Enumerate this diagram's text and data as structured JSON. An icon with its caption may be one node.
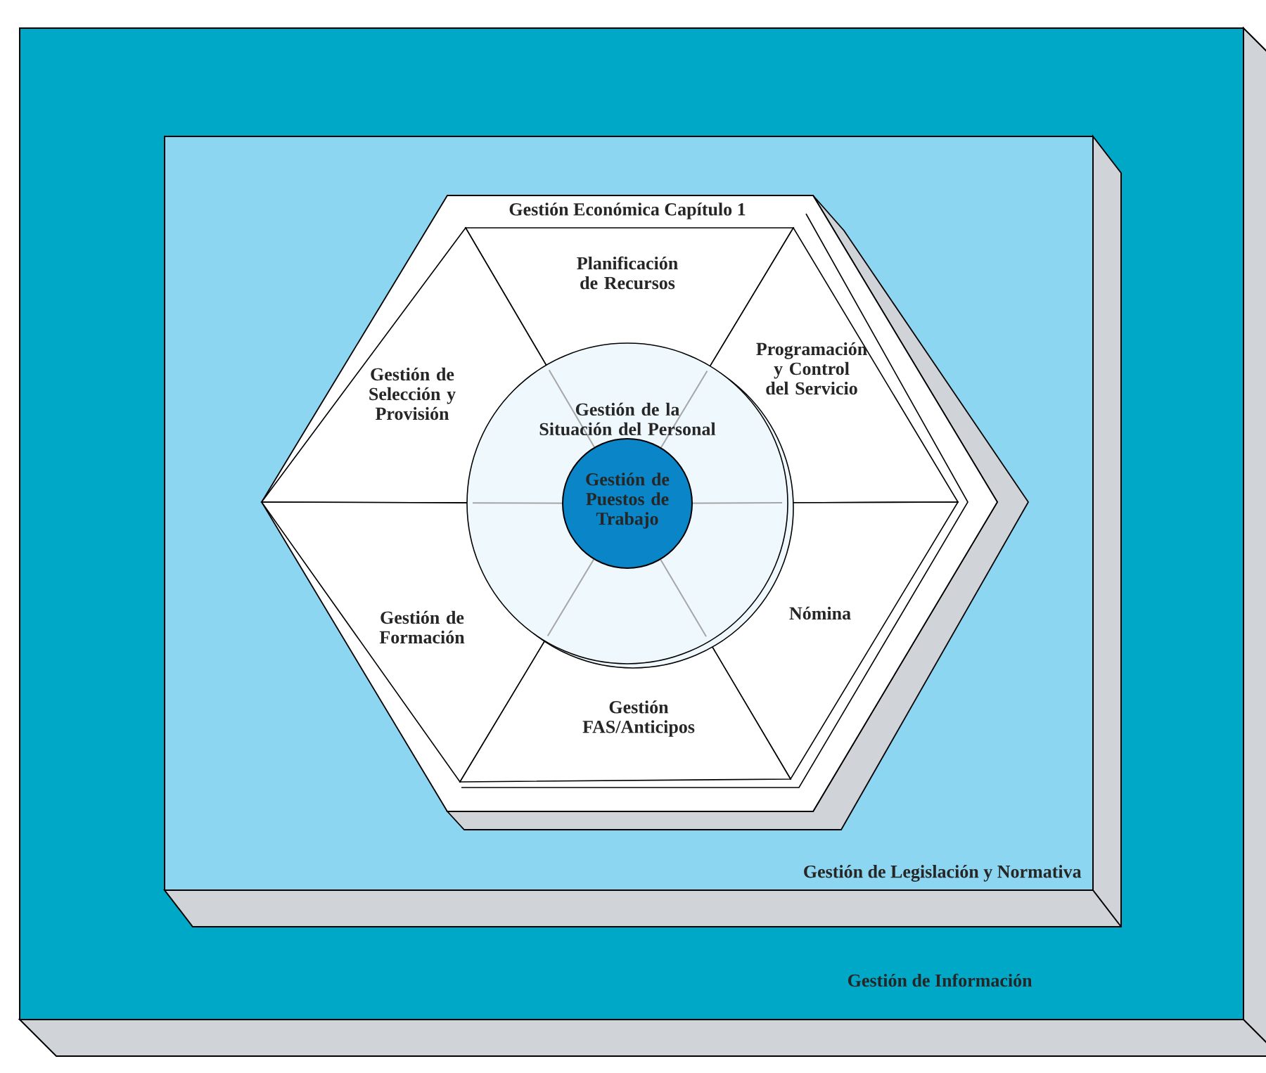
{
  "diagram": {
    "nodes": [
      {
        "text": [
          "Gestión de Información"
        ]
      },
      {
        "text": [
          "Gestión de Legislación y Normativa"
        ],
        "in": 0
      },
      {
        "text": [
          "Gestión Económica Capítulo 1"
        ],
        "in": 1
      },
      {
        "text": [
          "Planificación de Recursos"
        ],
        "in": 2
      },
      {
        "text": [
          "Gestión de Selección y Provisión"
        ],
        "in": 2
      },
      {
        "text": [
          "Programación y Control del Servicio"
        ],
        "in": 2
      },
      {
        "text": [
          "Gestión de la Situación del Personal"
        ],
        "in": 2
      },
      {
        "text": [
          "Gestión de Puestos de Trabajo"
        ],
        "in": 6
      },
      {
        "text": [
          "Nómina"
        ],
        "in": 2
      },
      {
        "text": [
          "Gestión de Formación"
        ],
        "in": 2
      },
      {
        "text": [
          "Gestión FAS/Anticipos"
        ],
        "in": 2
      }
    ]
  }
}
